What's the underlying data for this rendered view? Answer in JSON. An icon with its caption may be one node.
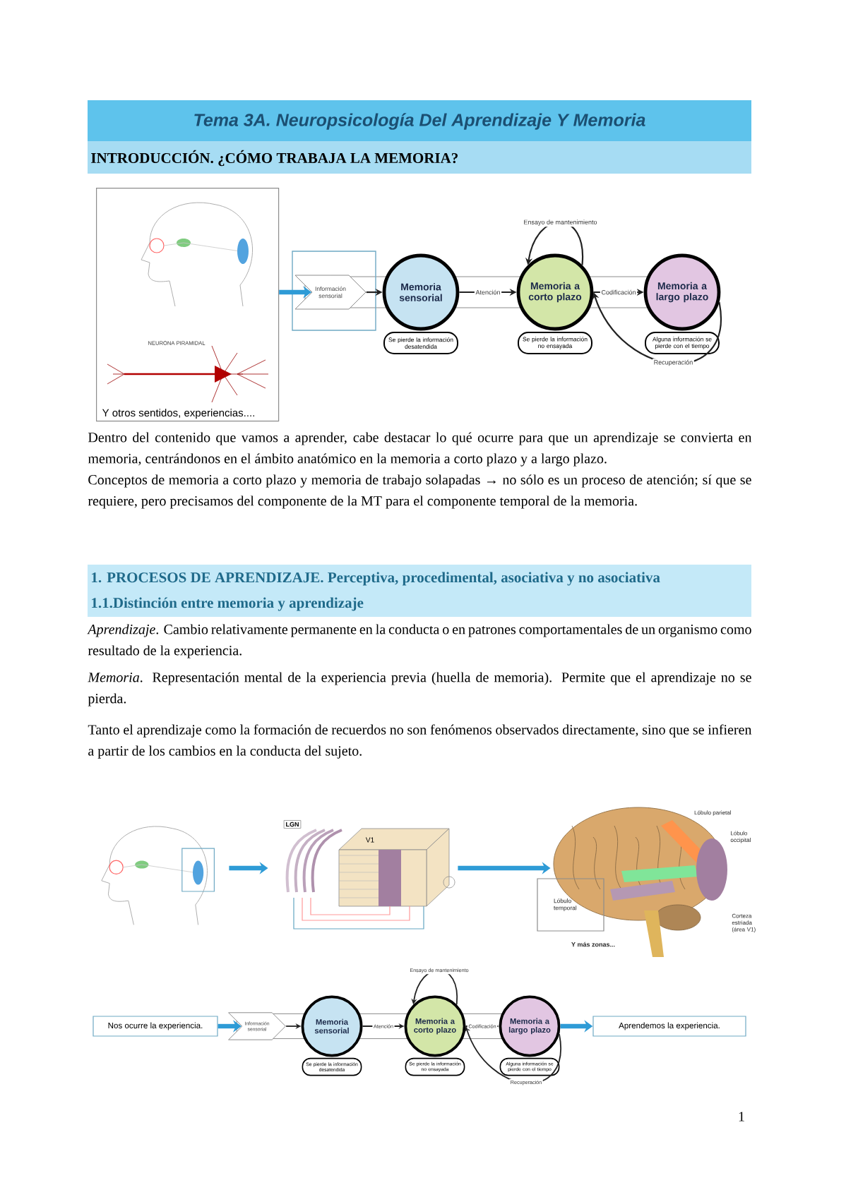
{
  "diagram": {
    "title": "Tema 3A. Neuropsicología Del Aprendizaje Y Memoria",
    "nodes": [
      {
        "text": [
          "Y otros sentidos, experiencias...."
        ]
      },
      {
        "text": [
          "Información sensorial"
        ]
      },
      {
        "text": [
          "Memoria sensorial"
        ],
        "beside": [
          "Se pierde la información desatendida"
        ]
      },
      {
        "text": [
          "Memoria a corto plazo"
        ],
        "beside": [
          "Se pierde la información no ensayada"
        ]
      },
      {
        "text": [
          "Memoria a largo plazo"
        ],
        "beside": [
          "Alguna información se pierde con el tiempo"
        ]
      },
      {
        "text": [],
        "shape": "picture"
      },
      {
        "text": [],
        "shape": "picture"
      },
      {
        "text": [],
        "shape": "picture"
      },
      {
        "text": [
          "Nos ocurre la experiencia."
        ]
      },
      {
        "text": [
          "Información sensorial"
        ]
      },
      {
        "text": [
          "Memoria sensorial"
        ],
        "beside": [
          "Se pierde la información desatendida"
        ]
      },
      {
        "text": [
          "Memoria a corto plazo"
        ],
        "beside": [
          "Se pierde la información no ensayada"
        ]
      },
      {
        "text": [
          "Memoria a largo plazo"
        ],
        "beside": [
          "Alguna información se pierde con el tiempo"
        ]
      },
      {
        "text": [
          "Aprendemos la experiencia."
        ]
      }
    ],
    "edges": [
      {
        "from": 0,
        "to": 1,
        "arrow": "to",
        "style": "thick",
        "color": "#2e9bd6"
      },
      {
        "from": 1,
        "to": 2,
        "arrow": "to"
      },
      {
        "from": 2,
        "to": 3,
        "arrow": "to",
        "label": "Atención"
      },
      {
        "from": 3,
        "to": 4,
        "arrow": "to",
        "label": "Codificación"
      },
      {
        "from": 3,
        "to": 3,
        "arrow": "to",
        "label": "Ensayo de mantenimiento"
      },
      {
        "from": 4,
        "to": 3,
        "arrow": "to",
        "label": "Recuperación"
      },
      {
        "from": 5,
        "to": 6,
        "arrow": "to",
        "style": "thick",
        "color": "#2e9bd6"
      },
      {
        "from": 6,
        "to": 7,
        "arrow": "to",
        "style": "thick",
        "color": "#2e9bd6"
      },
      {
        "from": 8,
        "to": 9,
        "arrow": "to",
        "style": "thick",
        "color": "#2e9bd6"
      },
      {
        "from": 9,
        "to": 10,
        "arrow": "to"
      },
      {
        "from": 10,
        "to": 11,
        "arrow": "to",
        "label": "Atención"
      },
      {
        "from": 11,
        "to": 12,
        "arrow": "to",
        "label": "Codificación"
      },
      {
        "from": 11,
        "to": 11,
        "arrow": "to",
        "label": "Ensayo de mantenimiento"
      },
      {
        "from": 12,
        "to": 11,
        "arrow": "to",
        "label": "Recuperación"
      },
      {
        "from": 12,
        "to": 13,
        "arrow": "to",
        "style": "thick",
        "color": "#2e9bd6"
      }
    ],
    "labels": [
      "INTRODUCCIÓN. ¿CÓMO TRABAJA LA MEMORIA?",
      "NEURONA PIRAMIDAL",
      "Dentro del contenido que vamos a aprender, cabe destacar lo qué ocurre para que un aprendizaje se convierta en memoria, centrándonos en el ámbito anatómico en la memoria a corto plazo y a largo plazo.",
      "Conceptos de memoria a corto plazo y memoria de trabajo solapadas → no sólo es un proceso de atención; sí que se requiere, pero precisamos del componente de la MT para el componente temporal de la memoria.",
      "1.   PROCESOS DE APRENDIZAJE. Perceptiva, procedimental, asociativa y no asociativa",
      "1.1.Distinción entre memoria y aprendizaje",
      "*Aprendizaje*. Cambio relativamente permanente en la conducta o en patrones comportamentales de un organismo como resultado de la experiencia.",
      "*Memoria*. Representación mental de la experiencia previa (huella de memoria). Permite que el aprendizaje no se pierda.",
      "Tanto el aprendizaje como la formación de recuerdos no son fenómenos observados directamente, sino que se infieren a partir de los cambios en la conducta del sujeto.",
      "LGN",
      "V1",
      "Lóbulo parietal",
      "Lóbulo occipital",
      "Corteza estriada (área V1)",
      "Lóbulo temporal",
      "Y más zonas...",
      "1"
    ]
  }
}
